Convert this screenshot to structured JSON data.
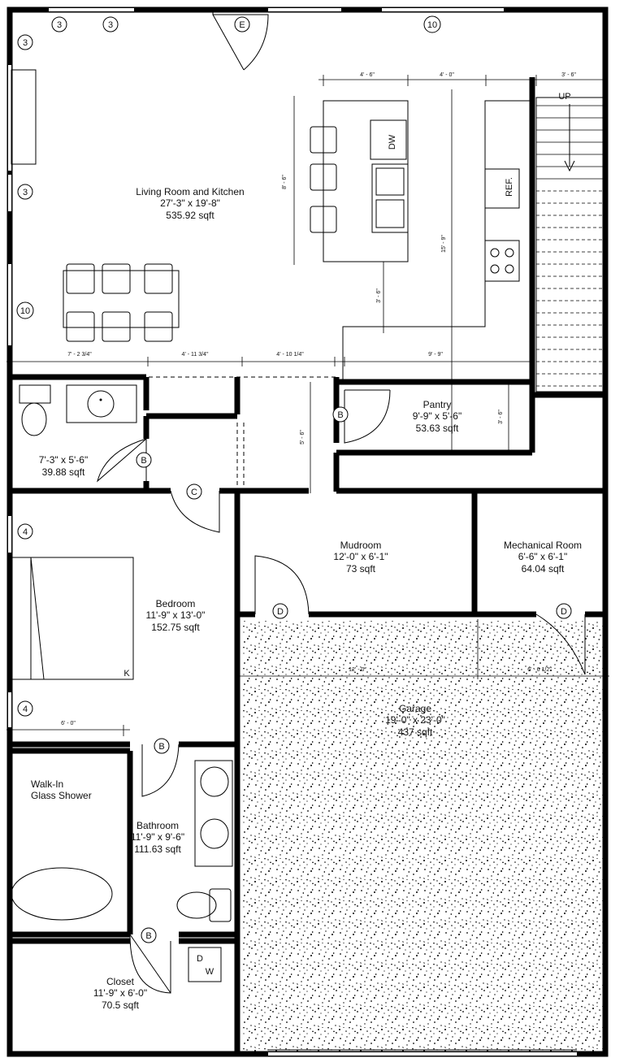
{
  "rooms": {
    "living": {
      "name": "Living Room and Kitchen",
      "size": "27'-3\" x 19'-8\"",
      "area": "535.92 sqft"
    },
    "half_bath": {
      "size": "7'-3\" x 5'-6\"",
      "area": "39.88 sqft"
    },
    "pantry": {
      "name": "Pantry",
      "size": "9'-9\" x 5'-6\"",
      "area": "53.63 sqft"
    },
    "mudroom": {
      "name": "Mudroom",
      "size": "12'-0\" x 6'-1\"",
      "area": "73 sqft"
    },
    "mechanical": {
      "name": "Mechanical Room",
      "size": "6'-6\" x 6'-1\"",
      "area": "64.04 sqft"
    },
    "bedroom": {
      "name": "Bedroom",
      "size": "11'-9\" x 13'-0\"",
      "area": "152.75 sqft"
    },
    "garage": {
      "name": "Garage",
      "size": "19'-0\" x 23'-0\"",
      "area": "437 sqft"
    },
    "bathroom": {
      "name": "Bathroom",
      "size": "11'-9\" x 9'-6\"",
      "area": "111.63 sqft"
    },
    "shower": {
      "line1": "Walk-In",
      "line2": "Glass Shower"
    },
    "closet": {
      "name": "Closet",
      "size": "11'-9\" x 6'-0\"",
      "area": "70.5 sqft"
    }
  },
  "fixtures": {
    "dishwasher": "DW",
    "fridge": "REF.",
    "stairs": "UP",
    "bed": "K",
    "washer_d": "D",
    "washer_w": "W"
  },
  "dimensions": {
    "d1": "4' - 6\"",
    "d2": "4' - 0\"",
    "d3": "3' - 6\"",
    "d4": "8' - 6\"",
    "d5": "15' - 9\"",
    "d6": "3' - 6\"",
    "d7": "7' - 2 3/4\"",
    "d8": "4' - 11 3/4\"",
    "d9": "4' - 10 1/4\"",
    "d10": "9' - 9\"",
    "d11": "5' - 6\"",
    "d12": "3' - 6\"",
    "d13": "12' - 0\"",
    "d14": "6' - 6 1/2\"",
    "d15": "6' - 0\""
  },
  "tags": {
    "t1": "3",
    "t2": "3",
    "t3": "E",
    "t4": "10",
    "t5": "3",
    "t6": "3",
    "t7": "10",
    "t8": "B",
    "t9": "B",
    "t10": "C",
    "t11": "4",
    "t12": "D",
    "t13": "D",
    "t14": "4",
    "t15": "B",
    "t16": "B"
  }
}
